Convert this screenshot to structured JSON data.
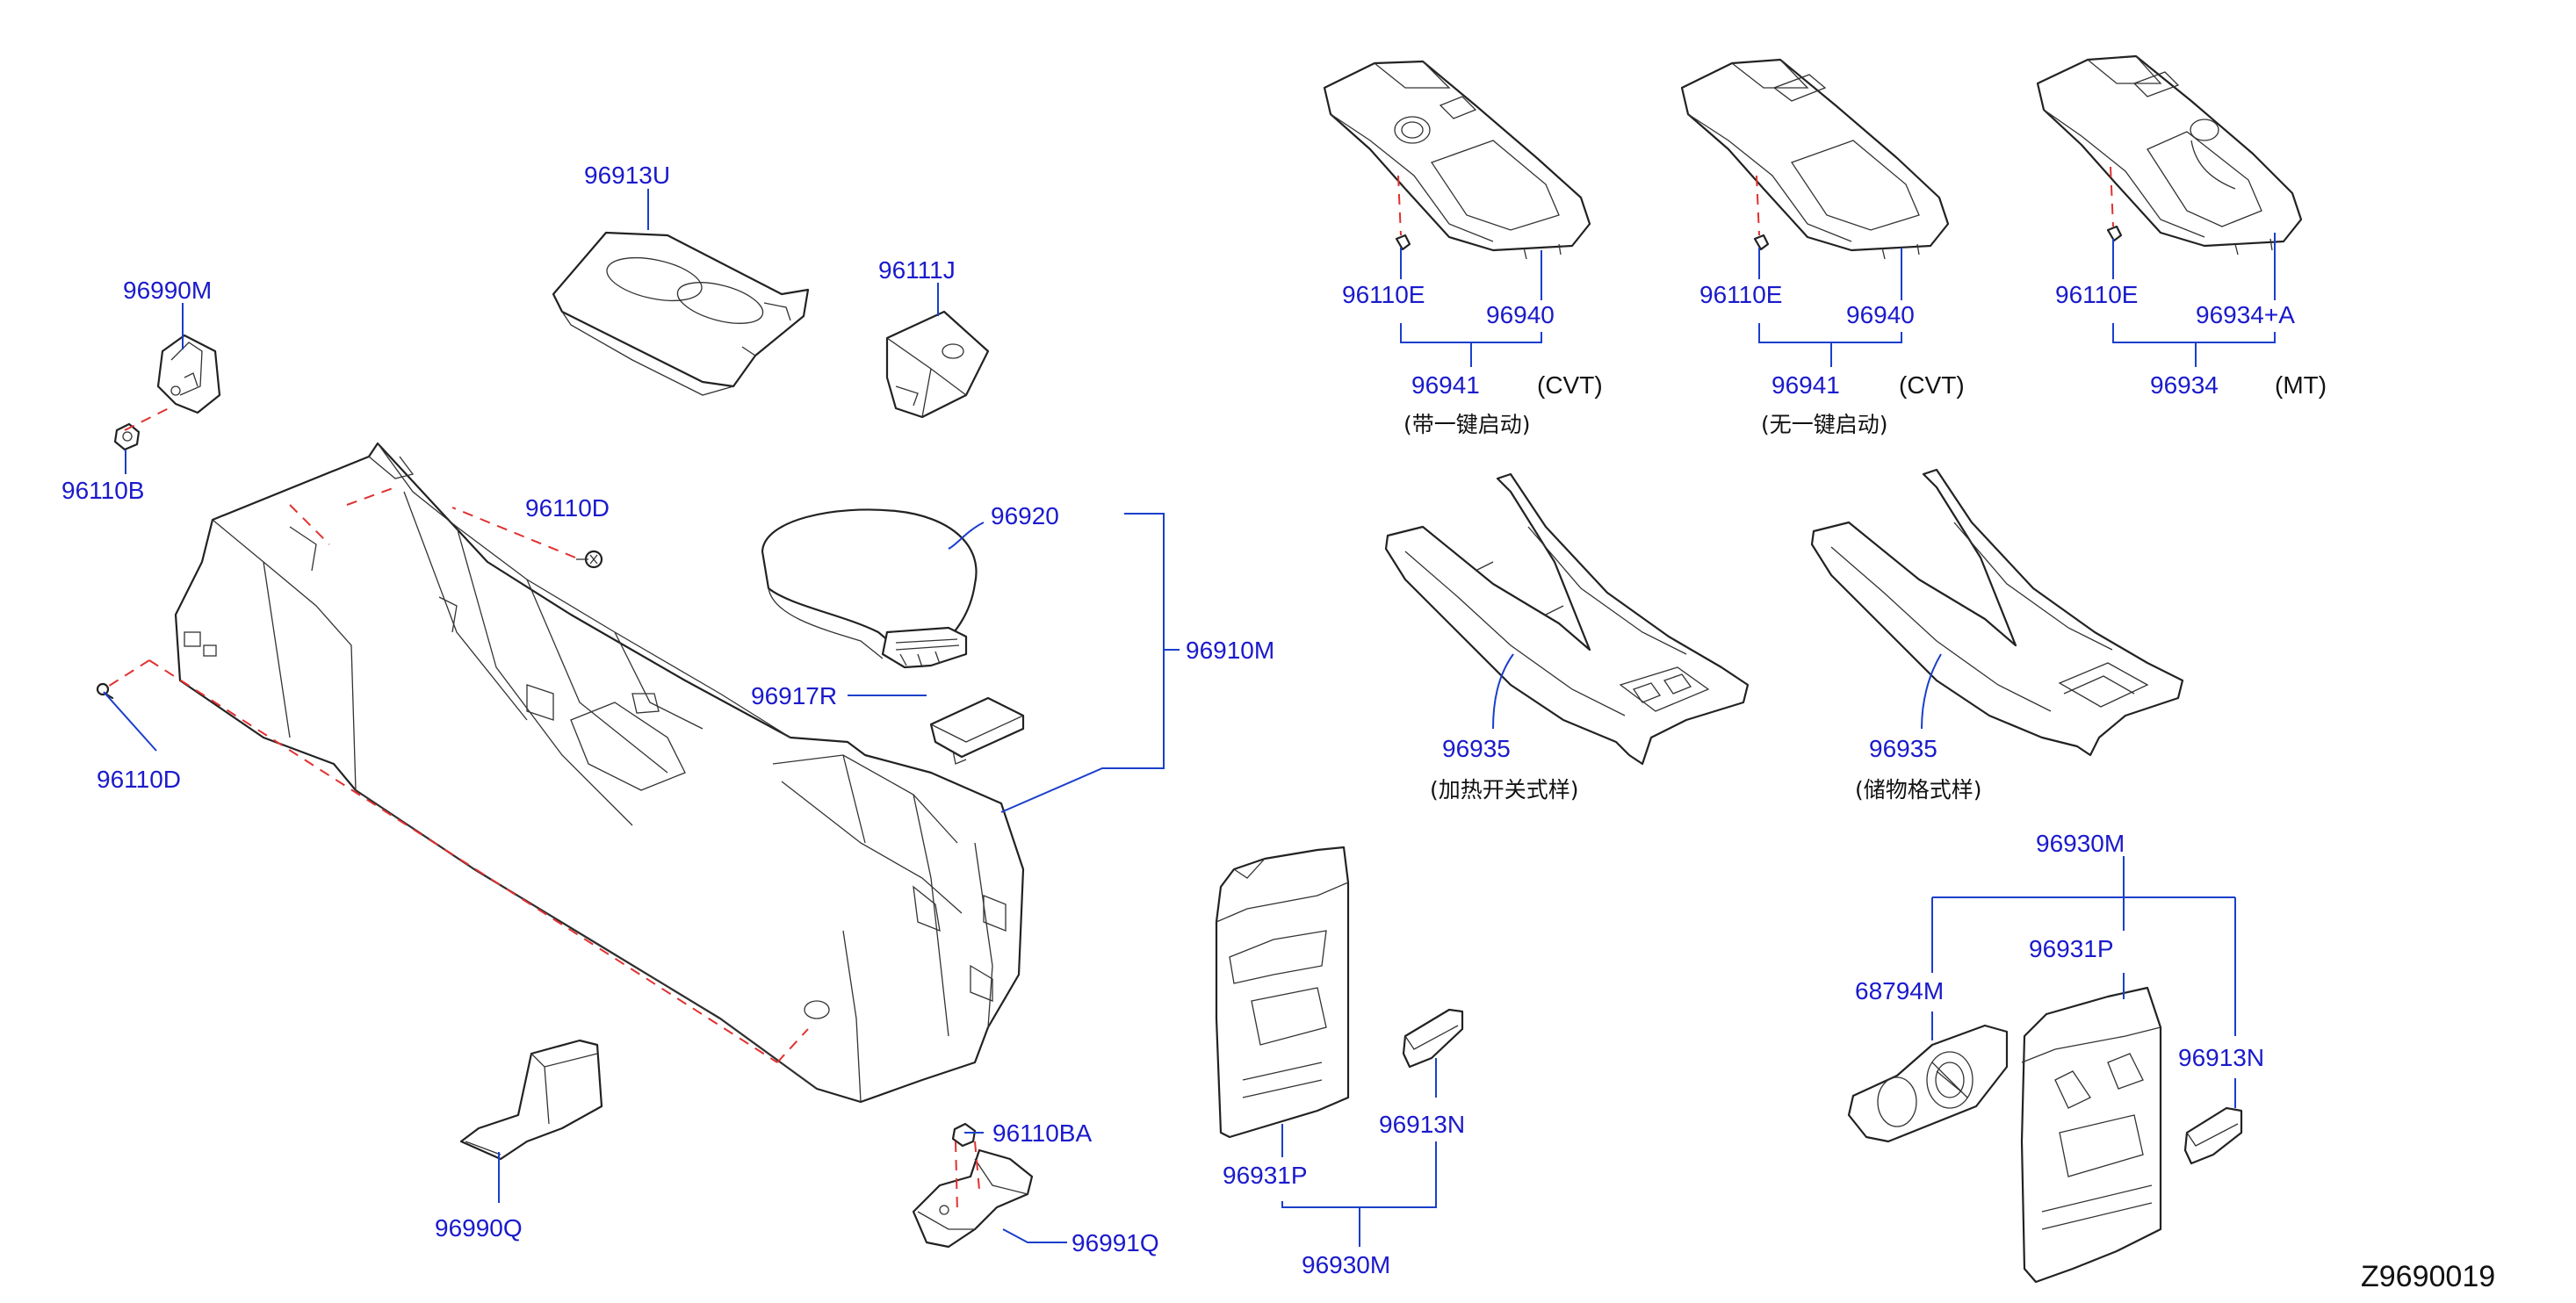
{
  "labels": {
    "p96913U": "96913U",
    "p96111J": "96111J",
    "p96990M": "96990M",
    "p96110B": "96110B",
    "p96110D_top": "96110D",
    "p96110D_left": "96110D",
    "p96920": "96920",
    "p96910M": "96910M",
    "p96917R": "96917R",
    "p96110BA": "96110BA",
    "p96990Q": "96990Q",
    "p96991Q": "96991Q",
    "p96110E_a": "96110E",
    "p96940_a": "96940",
    "p96941_a": "96941",
    "p96110E_b": "96110E",
    "p96940_b": "96940",
    "p96941_b": "96941",
    "p96110E_c": "96110E",
    "p96934A": "96934+A",
    "p96934": "96934",
    "p96935_a": "96935",
    "p96935_b": "96935",
    "p96931P_left": "96931P",
    "p96913N_left": "96913N",
    "p96930M_left": "96930M",
    "p96930M_right": "96930M",
    "p96931P_right": "96931P",
    "p68794M": "68794M",
    "p96913N_right": "96913N"
  },
  "notes": {
    "cvt_a": "(CVT)",
    "cvt_b": "(CVT)",
    "mt": "(MT)",
    "with_push_start": "(带一键启动)",
    "without_push_start": "(无一键启动)",
    "heated_switch_type": "(加热开关式样)",
    "storage_type": "(储物格式样)"
  },
  "diagram_code": "Z9690019",
  "colors": {
    "label_blue": "#1a1acc",
    "leader_blue": "#1a3fcc",
    "dash_red": "#e23030",
    "line_black": "#222222"
  }
}
